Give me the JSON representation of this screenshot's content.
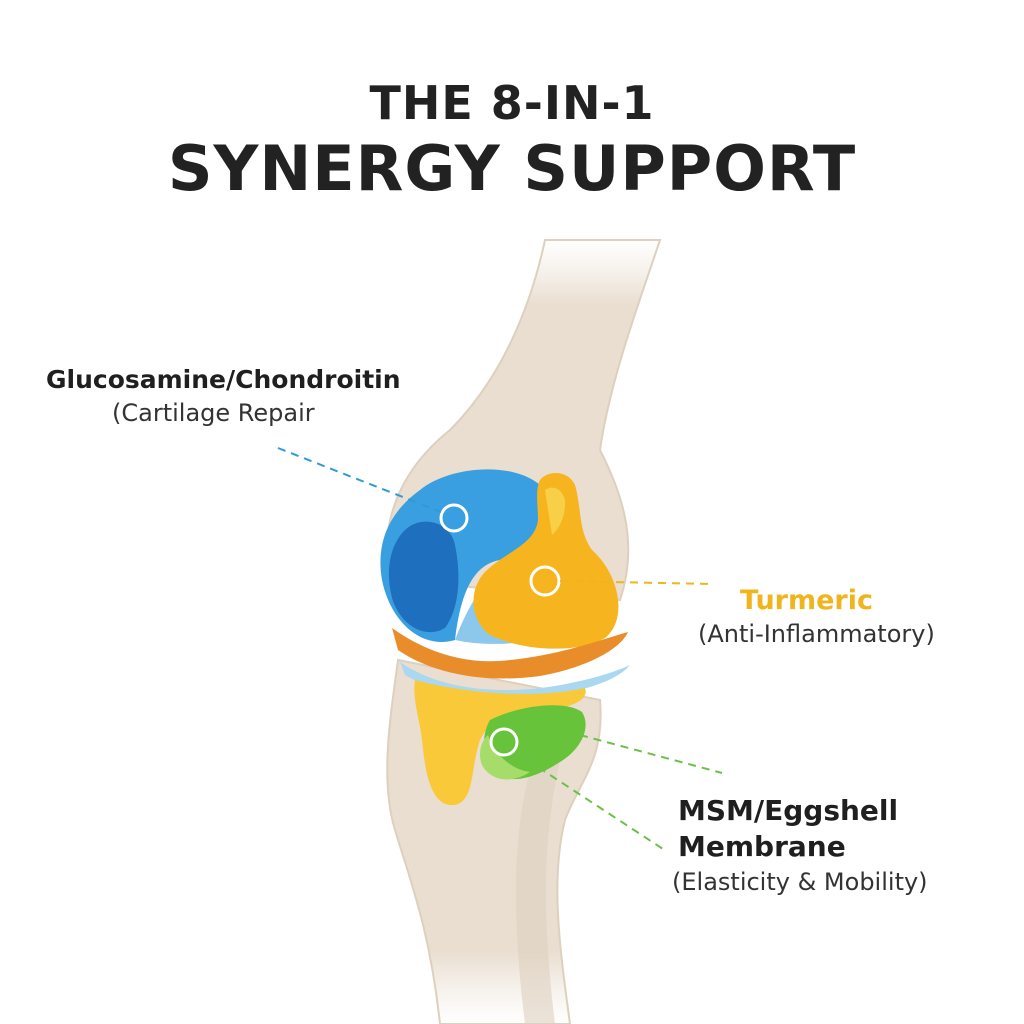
{
  "title": {
    "line1": "THE 8-IN-1",
    "line2": "SYNERGY SUPPORT"
  },
  "callouts": [
    {
      "name": "Glucosamine/Chondroitin",
      "description": "(Cartilage Repair",
      "color": "#2e9bd6"
    },
    {
      "name": "Turmeric",
      "description": "(Anti-Inflammatory)",
      "color": "#f0b41c"
    },
    {
      "name_line1": "MSM/Eggshell",
      "name_line2": "Membrane",
      "description": "(Elasticity & Mobility)",
      "color": "#6cc04a"
    }
  ],
  "colors": {
    "bone": "#e9ded0",
    "bone_shadow": "#d9cbb9",
    "cartilage_blue": "#3a9fe0",
    "cartilage_blue_dark": "#1f6fbf",
    "cartilage_blue_light": "#8cc8ec",
    "turmeric_yellow": "#f6b51e",
    "yellow_light": "#f9cf47",
    "orange_band": "#e98c2a",
    "msm_green": "#66c33a",
    "msm_green_light": "#a6dc6a"
  }
}
